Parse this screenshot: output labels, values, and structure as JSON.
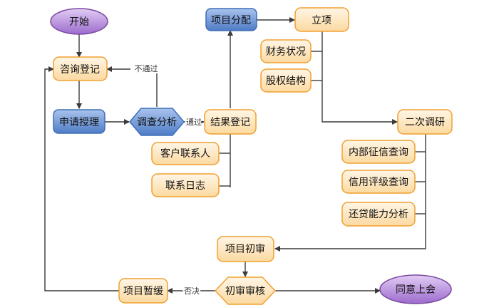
{
  "nodes": {
    "start": "开始",
    "consult": "咨询登记",
    "apply": "申请授理",
    "investigate": "调查分析",
    "result": "结果登记",
    "customer_contact": "客户联系人",
    "contact_log": "联系日志",
    "assign": "项目分配",
    "approve_project": "立项",
    "finance": "财务状况",
    "equity": "股权结构",
    "second_research": "二次调研",
    "credit_internal": "内部征信查询",
    "credit_rating": "信用评级查询",
    "repay": "还贷能力分析",
    "initial_review": "项目初审",
    "initial_audit": "初审审核",
    "suspend": "项目暂缓",
    "agree": "同意上会"
  },
  "edges": {
    "fail": "不通过",
    "pass": "通过",
    "reject": "否决"
  },
  "colors": {
    "orange_border": "#f0a030",
    "orange_fill": "#fde7bf",
    "blue_border": "#3f6fb7",
    "blue_fill": "#6b95d6",
    "purple_border": "#7a4aa0",
    "purple_fill": "#b28bd6"
  }
}
